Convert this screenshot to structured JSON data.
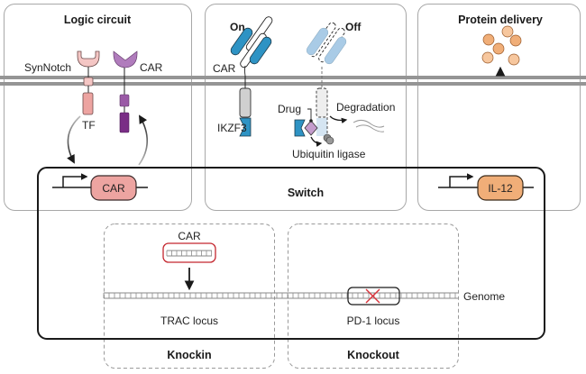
{
  "panels": {
    "logic_circuit": {
      "title": "Logic circuit",
      "labels": {
        "synnotch": "SynNotch",
        "car": "CAR",
        "tf": "TF",
        "gene": "CAR"
      }
    },
    "switch": {
      "title": "Switch",
      "labels": {
        "on": "On",
        "off": "Off",
        "car": "CAR",
        "ikzf3": "IKZF3",
        "drug": "Drug",
        "degradation": "Degradation",
        "ubiquitin_ligase": "Ubiquitin ligase"
      }
    },
    "protein_delivery": {
      "title": "Protein delivery",
      "labels": {
        "gene": "IL-12"
      }
    },
    "knockin": {
      "title": "Knockin",
      "labels": {
        "insert": "CAR",
        "locus": "TRAC locus"
      }
    },
    "knockout": {
      "title": "Knockout",
      "labels": {
        "locus": "PD-1 locus"
      }
    },
    "genome_label": "Genome"
  },
  "colors": {
    "panel_border": "#a0a0a0",
    "membrane": "#959595",
    "synnotch_pink": "#f4c6c4",
    "tf_pink": "#eda4a1",
    "car_purple_light": "#b07cbc",
    "car_purple_mid": "#9a5aa6",
    "car_purple_dark": "#7a2e86",
    "switch_blue": "#2e93c4",
    "switch_blue_faded": "#a9cbe6",
    "ikzf3_gray": "#d0d0d0",
    "drug_lilac": "#c49ccc",
    "il12_orange": "#f0ae78",
    "il12_orange_light": "#f7c79e",
    "knockin_red": "#c4262e",
    "knockout_x": "#d8323a",
    "genome_gray": "#8a8a8a"
  }
}
